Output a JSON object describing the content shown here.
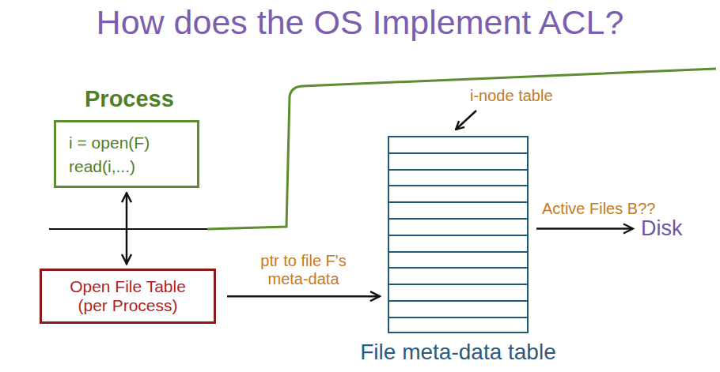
{
  "diagram": {
    "title": "How does the OS Implement ACL?",
    "nodes": [
      {
        "text": [
          "Process",
          "i = open(F)",
          "read(i,...)"
        ]
      },
      {
        "text": [
          "Open File Table (per Process)"
        ]
      },
      {
        "text": [
          "File meta-data table"
        ]
      },
      {
        "text": [
          "Disk"
        ]
      }
    ],
    "edges": [
      {
        "from": 0,
        "to": 1,
        "arrow": "both"
      },
      {
        "from": 1,
        "to": 2,
        "label": "ptr to file F's meta-data",
        "arrow": "to"
      },
      {
        "from": 2,
        "to": 3,
        "label": "Active Files B??",
        "arrow": "to"
      }
    ],
    "labels": [
      "i-node table"
    ]
  }
}
